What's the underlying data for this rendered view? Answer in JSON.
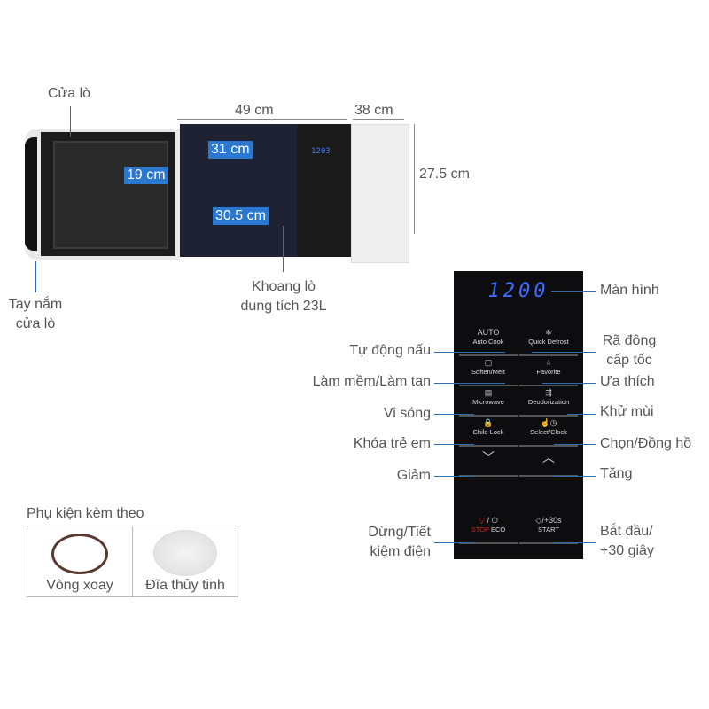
{
  "labels": {
    "door": "Cửa lò",
    "handle": [
      "Tay nắm",
      "cửa lò"
    ],
    "cavity": [
      "Khoang lò",
      "dung tích 23L"
    ],
    "width": "49 cm",
    "depth": "38 cm",
    "height": "27.5 cm",
    "inner_width": "31 cm",
    "inner_height": "19 cm",
    "inner_depth": "30.5 cm",
    "oven_display": "1203"
  },
  "panel": {
    "display": "1200",
    "buttons": [
      {
        "label": "Auto Cook",
        "icon": "auto-icon",
        "glyph": "AUTO"
      },
      {
        "label": "Quick Defrost",
        "icon": "defrost-icon",
        "glyph": "❄"
      },
      {
        "label": "Soften/Melt",
        "icon": "soften-icon",
        "glyph": "▢"
      },
      {
        "label": "Favorite",
        "icon": "star-icon",
        "glyph": "☆"
      },
      {
        "label": "Microwave",
        "icon": "microwave-icon",
        "glyph": "▤"
      },
      {
        "label": "Deodorization",
        "icon": "deodorize-icon",
        "glyph": "⇶"
      },
      {
        "label": "Child Lock",
        "icon": "lock-icon",
        "glyph": "🔒"
      },
      {
        "label": "Select/Clock",
        "icon": "clock-icon",
        "glyph": "☝◷"
      }
    ],
    "down_glyph": "﹀",
    "up_glyph": "︿",
    "stop": "STOP",
    "eco": "ECO",
    "start": "START",
    "plus30": "/+30s"
  },
  "callouts_left": [
    {
      "text": "Tự động nấu"
    },
    {
      "text": "Làm mềm/Làm tan"
    },
    {
      "text": "Vi sóng"
    },
    {
      "text": "Khóa trẻ em"
    },
    {
      "text": "Giảm"
    },
    {
      "text": [
        "Dừng/Tiết",
        "kiệm điện"
      ]
    }
  ],
  "callouts_right": [
    {
      "text": "Màn hình"
    },
    {
      "text": [
        "Rã đông",
        "cấp tốc"
      ]
    },
    {
      "text": "Ưa thích"
    },
    {
      "text": "Khử mùi"
    },
    {
      "text": "Chọn/Đồng hồ"
    },
    {
      "text": "Tăng"
    },
    {
      "text": [
        "Bắt đầu/",
        "+30 giây"
      ]
    }
  ],
  "accessories": {
    "title": "Phụ kiện kèm theo",
    "items": [
      "Vòng xoay",
      "Đĩa thủy tinh"
    ]
  },
  "colors": {
    "accent": "#2b78d0",
    "line": "#2a6fb5"
  }
}
